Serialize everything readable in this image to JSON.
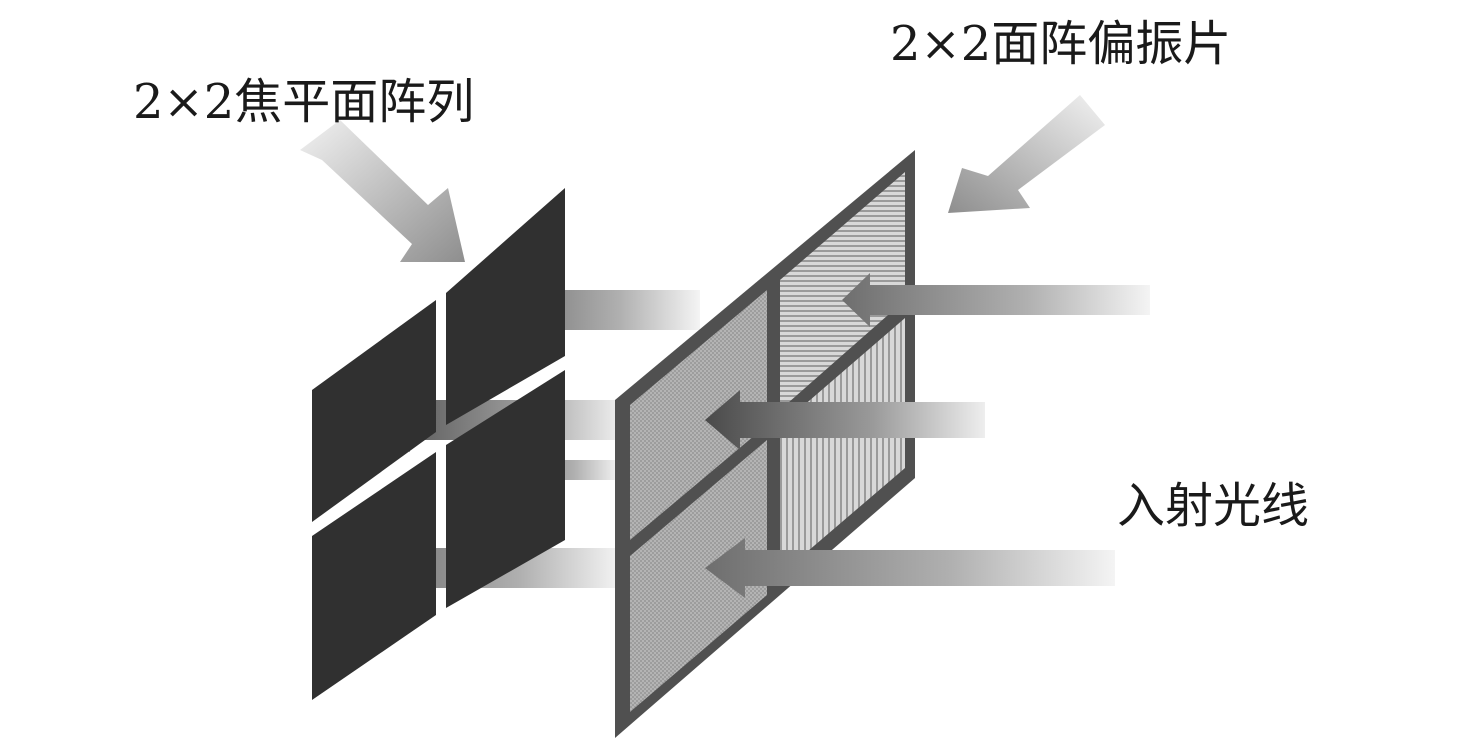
{
  "labels": {
    "focal_plane_array": "2×2焦平面阵列",
    "polarizer_array": "2×2面阵偏振片",
    "incident_light": "入射光线"
  },
  "colors": {
    "detector_panel": "#303030",
    "polarizer_frame": "#505050",
    "polarizer_cell": "#a6a6a6",
    "arrow": "#8a8a8a",
    "background": "#ffffff"
  }
}
